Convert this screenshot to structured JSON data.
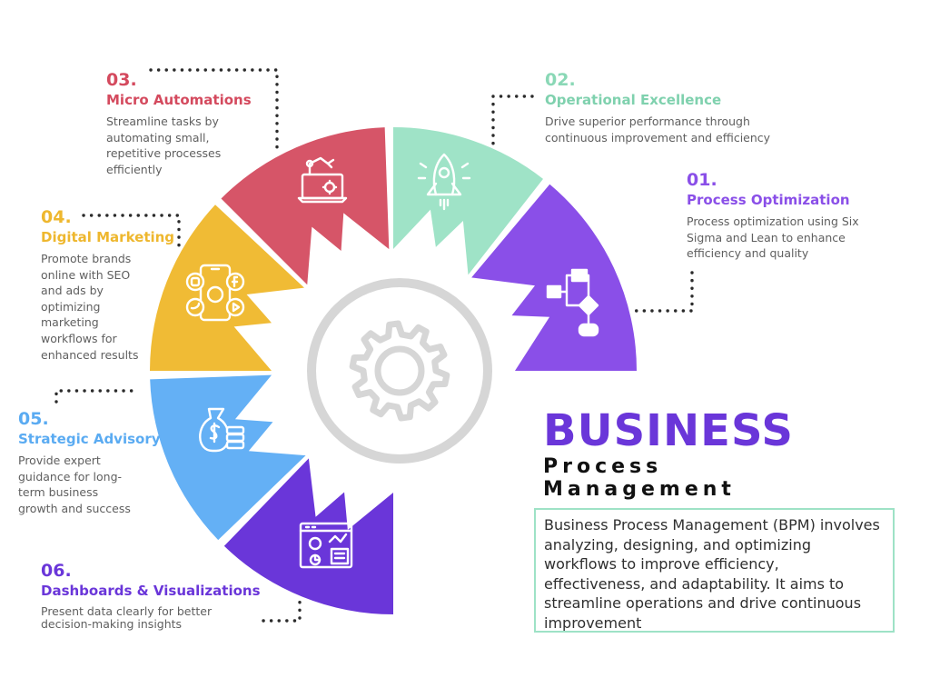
{
  "diagram": {
    "heading": {
      "main": "BUSINESS",
      "line1": "Process",
      "line2": "Management"
    },
    "summary": "Business Process Management (BPM) involves analyzing, designing, and optimizing workflows to improve efficiency, effectiveness, and adaptability. It aims to streamline operations and drive continuous improvement",
    "colors": {
      "purple": "#8a4fe8",
      "teal": "#9fe3c7",
      "red": "#d65568",
      "yellow": "#f0bb35",
      "blue": "#64b0f5",
      "violet": "#6a36d9",
      "gear": "#d6d6d6",
      "dots": "#2b2b2b"
    },
    "steps": [
      {
        "number": "01.",
        "title": "Process Optimization",
        "description": "Process optimization using Six Sigma and Lean to enhance efficiency and quality",
        "color": "#8a4fe8",
        "number_color": "#8a4fe8",
        "title_color": "#8a4fe8",
        "icon": "flowchart-icon"
      },
      {
        "number": "02.",
        "title": "Operational Excellence",
        "description": "Drive superior performance through continuous improvement and efficiency",
        "color": "#9fe3c7",
        "number_color": "#8ad8b6",
        "title_color": "#7fd1ae",
        "icon": "rocket-icon"
      },
      {
        "number": "03.",
        "title": "Micro Automations",
        "description": "Streamline tasks by automating small, repetitive processes efficiently",
        "color": "#d65568",
        "number_color": "#d44a5e",
        "title_color": "#d44a5e",
        "icon": "robot-arm-laptop-icon"
      },
      {
        "number": "04.",
        "title": "Digital Marketing",
        "description": "Promote brands online with SEO and ads by optimizing marketing workflows for enhanced results",
        "color": "#f0bb35",
        "number_color": "#eeb72e",
        "title_color": "#eeb72e",
        "icon": "social-media-phone-icon"
      },
      {
        "number": "05.",
        "title": "Strategic Advisory",
        "description": "Provide expert guidance for long-term business growth and success",
        "color": "#64b0f5",
        "number_color": "#5aabf2",
        "title_color": "#5aabf2",
        "icon": "money-bag-icon"
      },
      {
        "number": "06.",
        "title": "Dashboards & Visualizations",
        "description": "Present data clearly for better decision-making insights",
        "color": "#6a36d9",
        "number_color": "#6a36d9",
        "title_color": "#6a36d9",
        "icon": "dashboard-icon"
      }
    ]
  }
}
